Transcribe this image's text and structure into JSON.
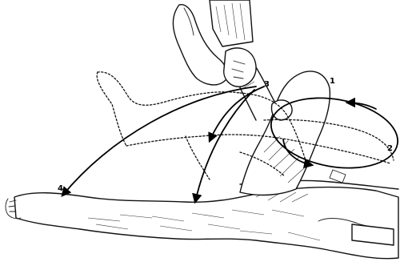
{
  "figure": {
    "labels": [
      "1",
      "2",
      "3",
      "4"
    ]
  }
}
